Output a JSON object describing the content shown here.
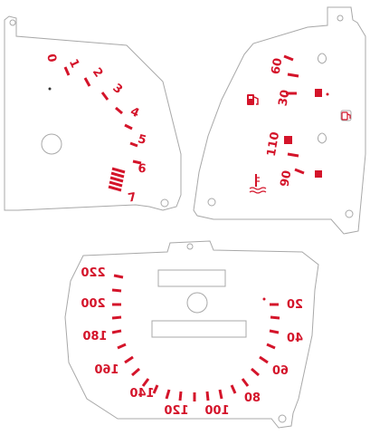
{
  "colors": {
    "accent": "#d4142a",
    "outline": "#a8a8a8",
    "background": "#ffffff"
  },
  "tachometer": {
    "labels": [
      "0",
      "1",
      "2",
      "3",
      "4",
      "5",
      "6",
      "7"
    ]
  },
  "fuel_gauge": {
    "labels": [
      "60",
      "30"
    ],
    "icon": "fuel-pump-icon"
  },
  "temp_gauge": {
    "labels": [
      "110",
      "90"
    ],
    "icon": "thermometer-icon"
  },
  "speedometer": {
    "labels": [
      "220",
      "200",
      "180",
      "160",
      "140",
      "120",
      "100",
      "80",
      "60",
      "40",
      "20"
    ]
  }
}
